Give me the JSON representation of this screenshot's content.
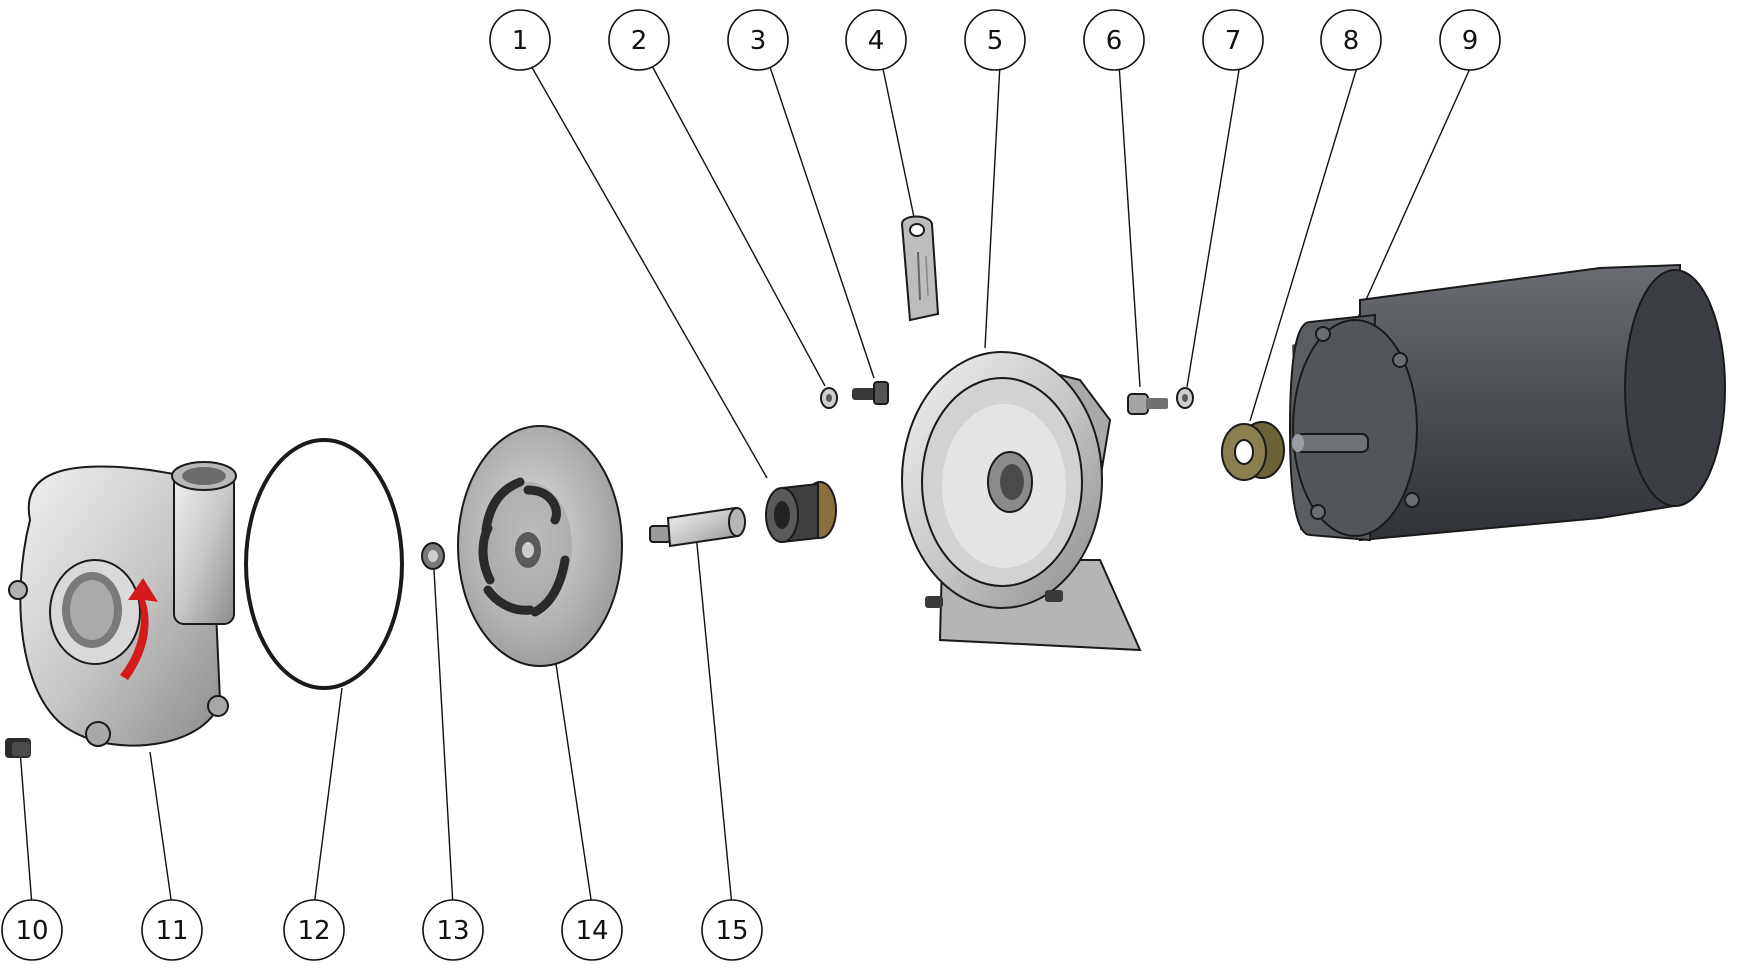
{
  "diagram": {
    "balloons": [
      {
        "id": "1",
        "label": "1"
      },
      {
        "id": "2",
        "label": "2"
      },
      {
        "id": "3",
        "label": "3"
      },
      {
        "id": "4",
        "label": "4"
      },
      {
        "id": "5",
        "label": "5"
      },
      {
        "id": "6",
        "label": "6"
      },
      {
        "id": "7",
        "label": "7"
      },
      {
        "id": "8",
        "label": "8"
      },
      {
        "id": "9",
        "label": "9"
      },
      {
        "id": "10",
        "label": "10"
      },
      {
        "id": "11",
        "label": "11"
      },
      {
        "id": "12",
        "label": "12"
      },
      {
        "id": "13",
        "label": "13"
      },
      {
        "id": "14",
        "label": "14"
      },
      {
        "id": "15",
        "label": "15"
      }
    ],
    "colors": {
      "steel": "#c9c9c9",
      "steel_dark": "#8e8e8e",
      "motor": "#4a4d52",
      "motor_dark": "#2f3236",
      "bronze": "#8a7f4e",
      "arrow": "#d41a1a",
      "line": "#111111"
    }
  }
}
